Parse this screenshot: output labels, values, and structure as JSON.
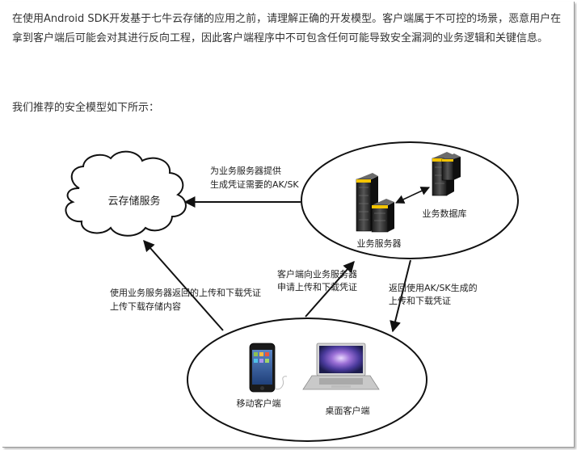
{
  "article": {
    "intro": "在使用Android SDK开发基于七牛云存储的应用之前，请理解正确的开发模型。客户端属于不可控的场景，恶意用户在拿到客户端后可能会对其进行反向工程，因此客户端程序中不可包含任何可能导致安全漏洞的业务逻辑和关键信息。",
    "lead": "我们推荐的安全模型如下所示："
  },
  "diagram": {
    "cloud_label": "云存储服务",
    "business_server_label": "业务服务器",
    "database_label": "业务数据库",
    "mobile_client_label": "移动客户端",
    "desktop_client_label": "桌面客户端",
    "edge_server_to_cloud": [
      "为业务服务器提供",
      "生成凭证需要的AK/SK"
    ],
    "edge_client_to_server": [
      "客户端向业务服务器",
      "申请上传和下载凭证"
    ],
    "edge_server_to_client": [
      "返回使用AK/SK生成的",
      "上传和下载凭证"
    ],
    "edge_client_to_cloud": [
      "使用业务服务器返回的上传和下载凭证",
      "上传下载存储内容"
    ]
  },
  "colors": {
    "text": "#333333",
    "stroke": "#111111",
    "server_body": "#2c2c2c",
    "server_light": "#f4c400"
  }
}
